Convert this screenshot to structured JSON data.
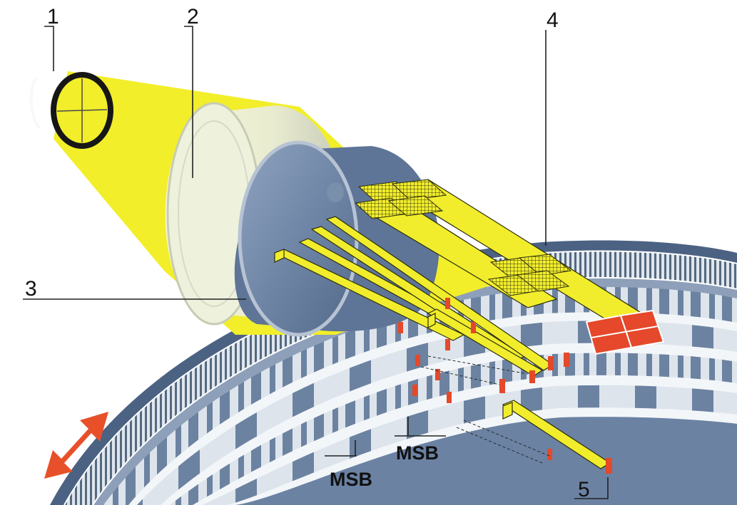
{
  "labels": {
    "light_source": "1",
    "lens": "2",
    "scanning_reticle": "3",
    "photodetectors": "4",
    "photocell_element": "5",
    "msb_inner": "MSB",
    "msb_outer": "MSB"
  },
  "icons": {
    "motion": "double-arrow-icon"
  },
  "colors": {
    "light_beam": "#f2ee2a",
    "disk_blue": "#6d85a6",
    "disk_dark": "#4f6580",
    "track_light": "#d9e2ec",
    "detector_red": "#e5482a",
    "arrow_orange": "#e8502a",
    "gray_light": "#e6e6e6"
  }
}
